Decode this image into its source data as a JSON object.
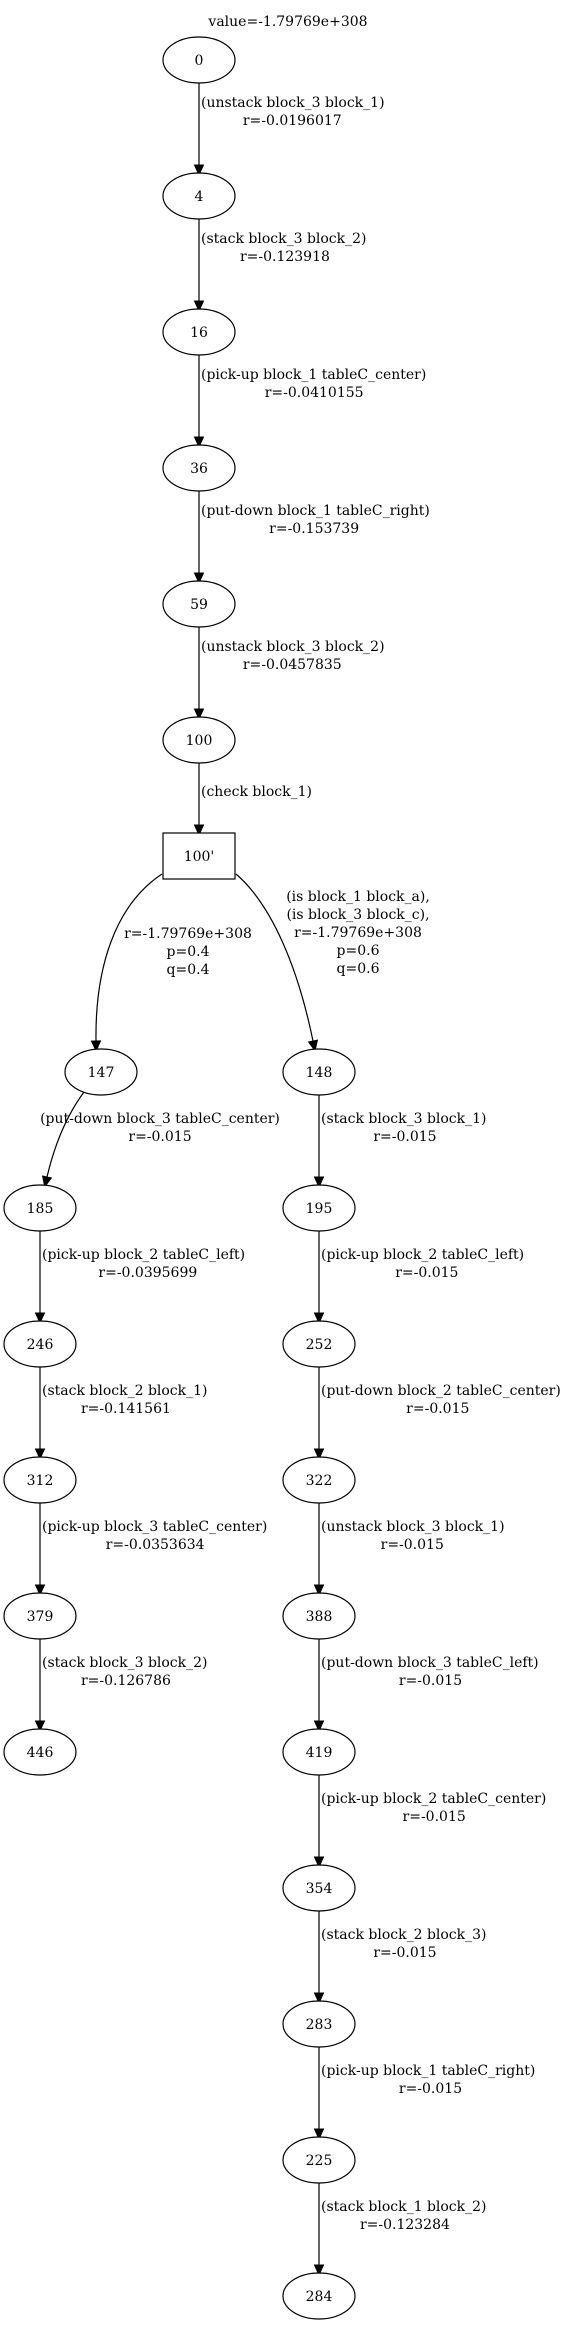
{
  "graph": {
    "title": "value=-1.79769e+308",
    "nodes": [
      {
        "id": "n0",
        "label": "0",
        "shape": "ellipse"
      },
      {
        "id": "n4",
        "label": "4",
        "shape": "ellipse"
      },
      {
        "id": "n16",
        "label": "16",
        "shape": "ellipse"
      },
      {
        "id": "n36",
        "label": "36",
        "shape": "ellipse"
      },
      {
        "id": "n59",
        "label": "59",
        "shape": "ellipse"
      },
      {
        "id": "n100",
        "label": "100",
        "shape": "ellipse"
      },
      {
        "id": "n100p",
        "label": "100'",
        "shape": "box"
      },
      {
        "id": "n147",
        "label": "147",
        "shape": "ellipse"
      },
      {
        "id": "n148",
        "label": "148",
        "shape": "ellipse"
      },
      {
        "id": "n185",
        "label": "185",
        "shape": "ellipse"
      },
      {
        "id": "n195",
        "label": "195",
        "shape": "ellipse"
      },
      {
        "id": "n246",
        "label": "246",
        "shape": "ellipse"
      },
      {
        "id": "n252",
        "label": "252",
        "shape": "ellipse"
      },
      {
        "id": "n312",
        "label": "312",
        "shape": "ellipse"
      },
      {
        "id": "n322",
        "label": "322",
        "shape": "ellipse"
      },
      {
        "id": "n379",
        "label": "379",
        "shape": "ellipse"
      },
      {
        "id": "n388",
        "label": "388",
        "shape": "ellipse"
      },
      {
        "id": "n446",
        "label": "446",
        "shape": "ellipse"
      },
      {
        "id": "n419",
        "label": "419",
        "shape": "ellipse"
      },
      {
        "id": "n354",
        "label": "354",
        "shape": "ellipse"
      },
      {
        "id": "n283",
        "label": "283",
        "shape": "ellipse"
      },
      {
        "id": "n225",
        "label": "225",
        "shape": "ellipse"
      },
      {
        "id": "n284",
        "label": "284",
        "shape": "ellipse"
      }
    ],
    "edges": [
      {
        "from": "n0",
        "to": "n4",
        "label": [
          "(unstack block_3 block_1)",
          "r=-0.0196017"
        ]
      },
      {
        "from": "n4",
        "to": "n16",
        "label": [
          "(stack block_3 block_2)",
          "r=-0.123918"
        ]
      },
      {
        "from": "n16",
        "to": "n36",
        "label": [
          "(pick-up block_1 tableC_center)",
          "r=-0.0410155"
        ]
      },
      {
        "from": "n36",
        "to": "n59",
        "label": [
          "(put-down block_1 tableC_right)",
          "r=-0.153739"
        ]
      },
      {
        "from": "n59",
        "to": "n100",
        "label": [
          "(unstack block_3 block_2)",
          "r=-0.0457835"
        ]
      },
      {
        "from": "n100",
        "to": "n100p",
        "label": [
          "(check block_1)"
        ]
      },
      {
        "from": "n100p",
        "to": "n147",
        "label": [
          "r=-1.79769e+308",
          "p=0.4",
          "q=0.4"
        ]
      },
      {
        "from": "n100p",
        "to": "n148",
        "label": [
          "(is block_1 block_a),",
          "(is block_3 block_c),",
          "r=-1.79769e+308",
          "p=0.6",
          "q=0.6"
        ]
      },
      {
        "from": "n147",
        "to": "n185",
        "label": [
          "(put-down block_3 tableC_center)",
          "r=-0.015"
        ]
      },
      {
        "from": "n148",
        "to": "n195",
        "label": [
          "(stack block_3 block_1)",
          "r=-0.015"
        ]
      },
      {
        "from": "n185",
        "to": "n246",
        "label": [
          "(pick-up block_2 tableC_left)",
          "r=-0.0395699"
        ]
      },
      {
        "from": "n195",
        "to": "n252",
        "label": [
          "(pick-up block_2 tableC_left)",
          "r=-0.015"
        ]
      },
      {
        "from": "n246",
        "to": "n312",
        "label": [
          "(stack block_2 block_1)",
          "r=-0.141561"
        ]
      },
      {
        "from": "n252",
        "to": "n322",
        "label": [
          "(put-down block_2 tableC_center)",
          "r=-0.015"
        ]
      },
      {
        "from": "n312",
        "to": "n379",
        "label": [
          "(pick-up block_3 tableC_center)",
          "r=-0.0353634"
        ]
      },
      {
        "from": "n322",
        "to": "n388",
        "label": [
          "(unstack block_3 block_1)",
          "r=-0.015"
        ]
      },
      {
        "from": "n379",
        "to": "n446",
        "label": [
          "(stack block_3 block_2)",
          "r=-0.126786"
        ]
      },
      {
        "from": "n388",
        "to": "n419",
        "label": [
          "(put-down block_3 tableC_left)",
          "r=-0.015"
        ]
      },
      {
        "from": "n419",
        "to": "n354",
        "label": [
          "(pick-up block_2 tableC_center)",
          "r=-0.015"
        ]
      },
      {
        "from": "n354",
        "to": "n283",
        "label": [
          "(stack block_2 block_3)",
          "r=-0.015"
        ]
      },
      {
        "from": "n283",
        "to": "n225",
        "label": [
          "(pick-up block_1 tableC_right)",
          "r=-0.015"
        ]
      },
      {
        "from": "n225",
        "to": "n284",
        "label": [
          "(stack block_1 block_2)",
          "r=-0.123284"
        ]
      }
    ]
  }
}
